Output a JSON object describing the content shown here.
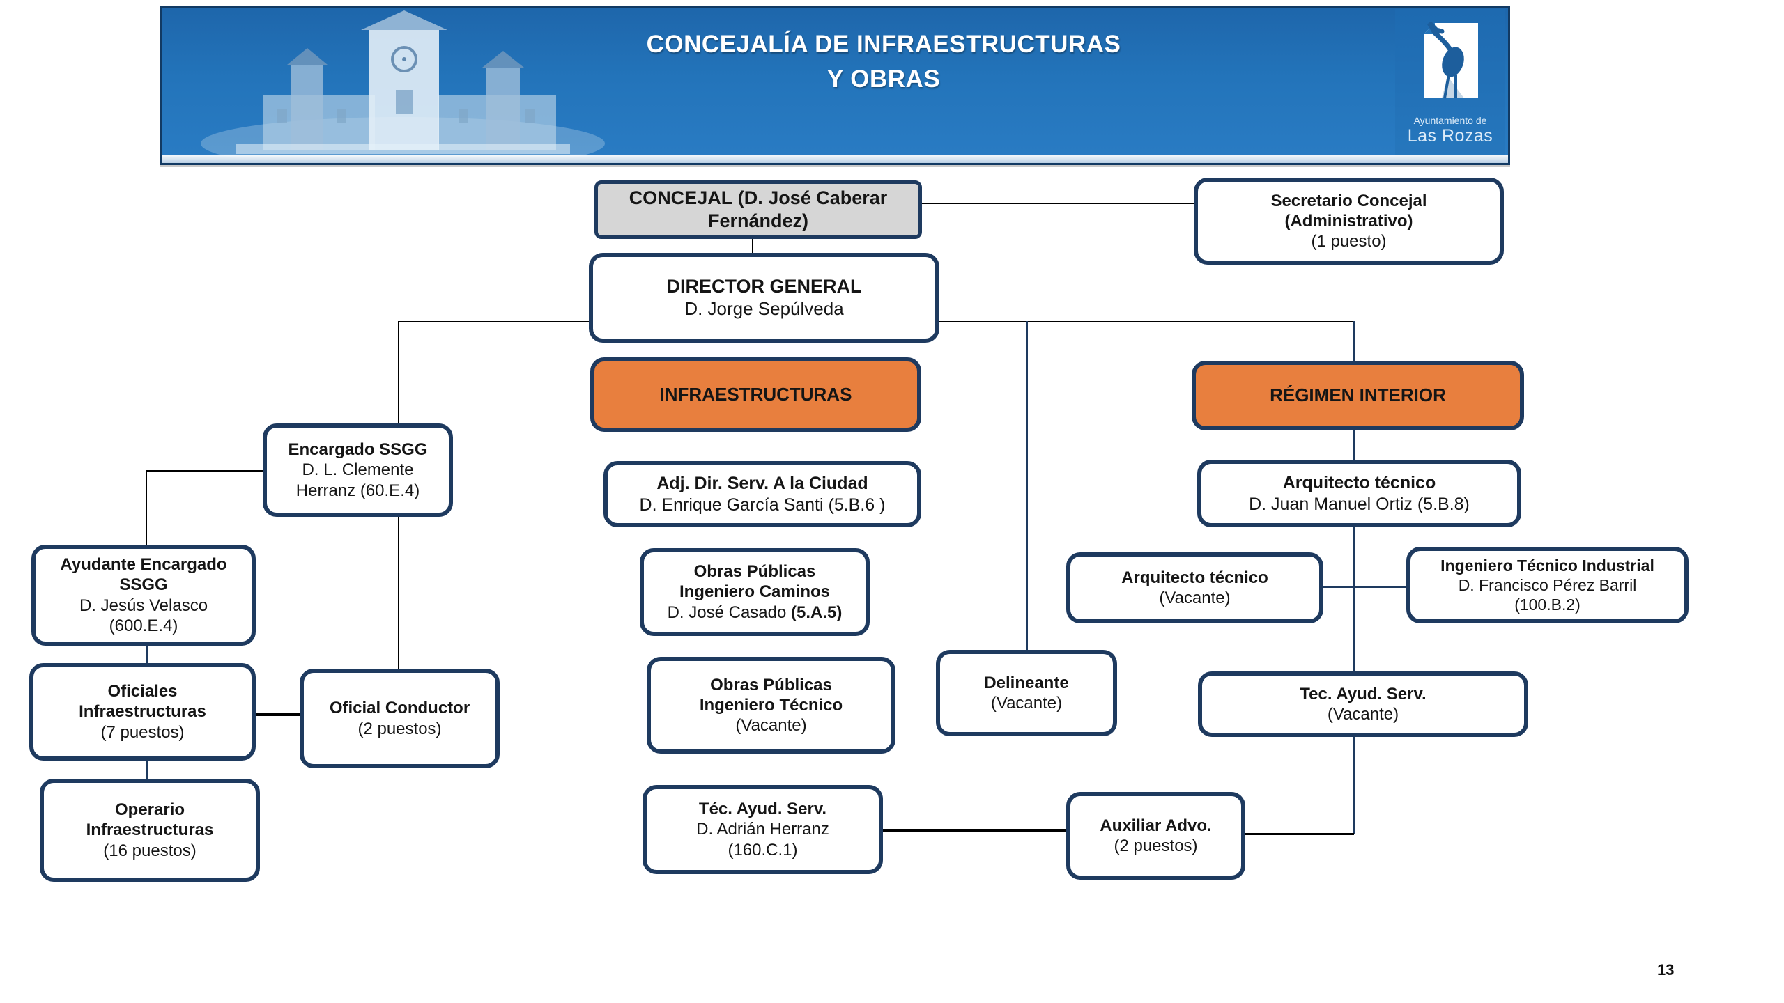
{
  "header": {
    "title_line1": "CONCEJALÍA DE INFRAESTRUCTURAS",
    "title_line2": "Y OBRAS",
    "logo_caption_line1": "Ayuntamiento de",
    "logo_caption_line2": "Las Rozas"
  },
  "colors": {
    "banner_blue": "#2173b8",
    "accent_orange": "#e87f3e",
    "border_navy": "#1e3a5f",
    "concejal_gray": "#d6d6d6",
    "line_black": "#000000"
  },
  "boxes": {
    "concejal": {
      "name_bold": "CONCEJAL",
      "name_rest": "(D. José Caberar Fernández)"
    },
    "secretario": {
      "l1": "Secretario Concejal",
      "l2": "(Administrativo)",
      "l3": "(1 puesto)"
    },
    "director": {
      "l1": "DIRECTOR GENERAL",
      "l2": "D. Jorge Sepúlveda"
    },
    "infraestructuras": {
      "l1": "INFRAESTRUCTURAS"
    },
    "regimen": {
      "l1": "RÉGIMEN INTERIOR"
    },
    "encargado": {
      "l1": "Encargado SSGG",
      "l2": "D. L. Clemente",
      "l3": "Herranz (60.E.4)"
    },
    "ayudante": {
      "l1": "Ayudante Encargado",
      "l2": "SSGG",
      "l3": "D. Jesús Velasco",
      "l4": "(600.E.4)"
    },
    "oficiales": {
      "l1": "Oficiales",
      "l2": "Infraestructuras",
      "l3": "(7 puestos)"
    },
    "conductor": {
      "l1": "Oficial Conductor",
      "l2": "(2 puestos)"
    },
    "operario": {
      "l1": "Operario",
      "l2": "Infraestructuras",
      "l3": "(16 puestos)"
    },
    "adj_dir": {
      "l1": "Adj. Dir. Serv. A la Ciudad",
      "l2": "D. Enrique García Santi (5.B.6 )"
    },
    "op_caminos": {
      "l1": "Obras Públicas",
      "l2": "Ingeniero Caminos",
      "l3a": "D. José Casado",
      "l3b": "(5.A.5)"
    },
    "op_tecnico": {
      "l1": "Obras Públicas",
      "l2": "Ingeniero Técnico",
      "l3": "(Vacante)"
    },
    "tec_ayud_herranz": {
      "l1": "Téc. Ayud. Serv.",
      "l2": "D. Adrián Herranz",
      "l3": "(160.C.1)"
    },
    "delineante": {
      "l1": "Delineante",
      "l2": "(Vacante)"
    },
    "auxiliar": {
      "l1": "Auxiliar Advo.",
      "l2": "(2 puestos)"
    },
    "arq_ortiz": {
      "l1": "Arquitecto técnico",
      "l2": "D. Juan Manuel Ortiz (5.B.8)"
    },
    "arq_vacante": {
      "l1": "Arquitecto técnico",
      "l2": "(Vacante)"
    },
    "ing_industrial": {
      "l1": "Ingeniero Técnico Industrial",
      "l2": "D. Francisco Pérez Barril",
      "l3": "(100.B.2)"
    },
    "tec_ayud_vacante": {
      "l1": "Tec. Ayud. Serv.",
      "l2": "(Vacante)"
    }
  },
  "page_number": "13"
}
